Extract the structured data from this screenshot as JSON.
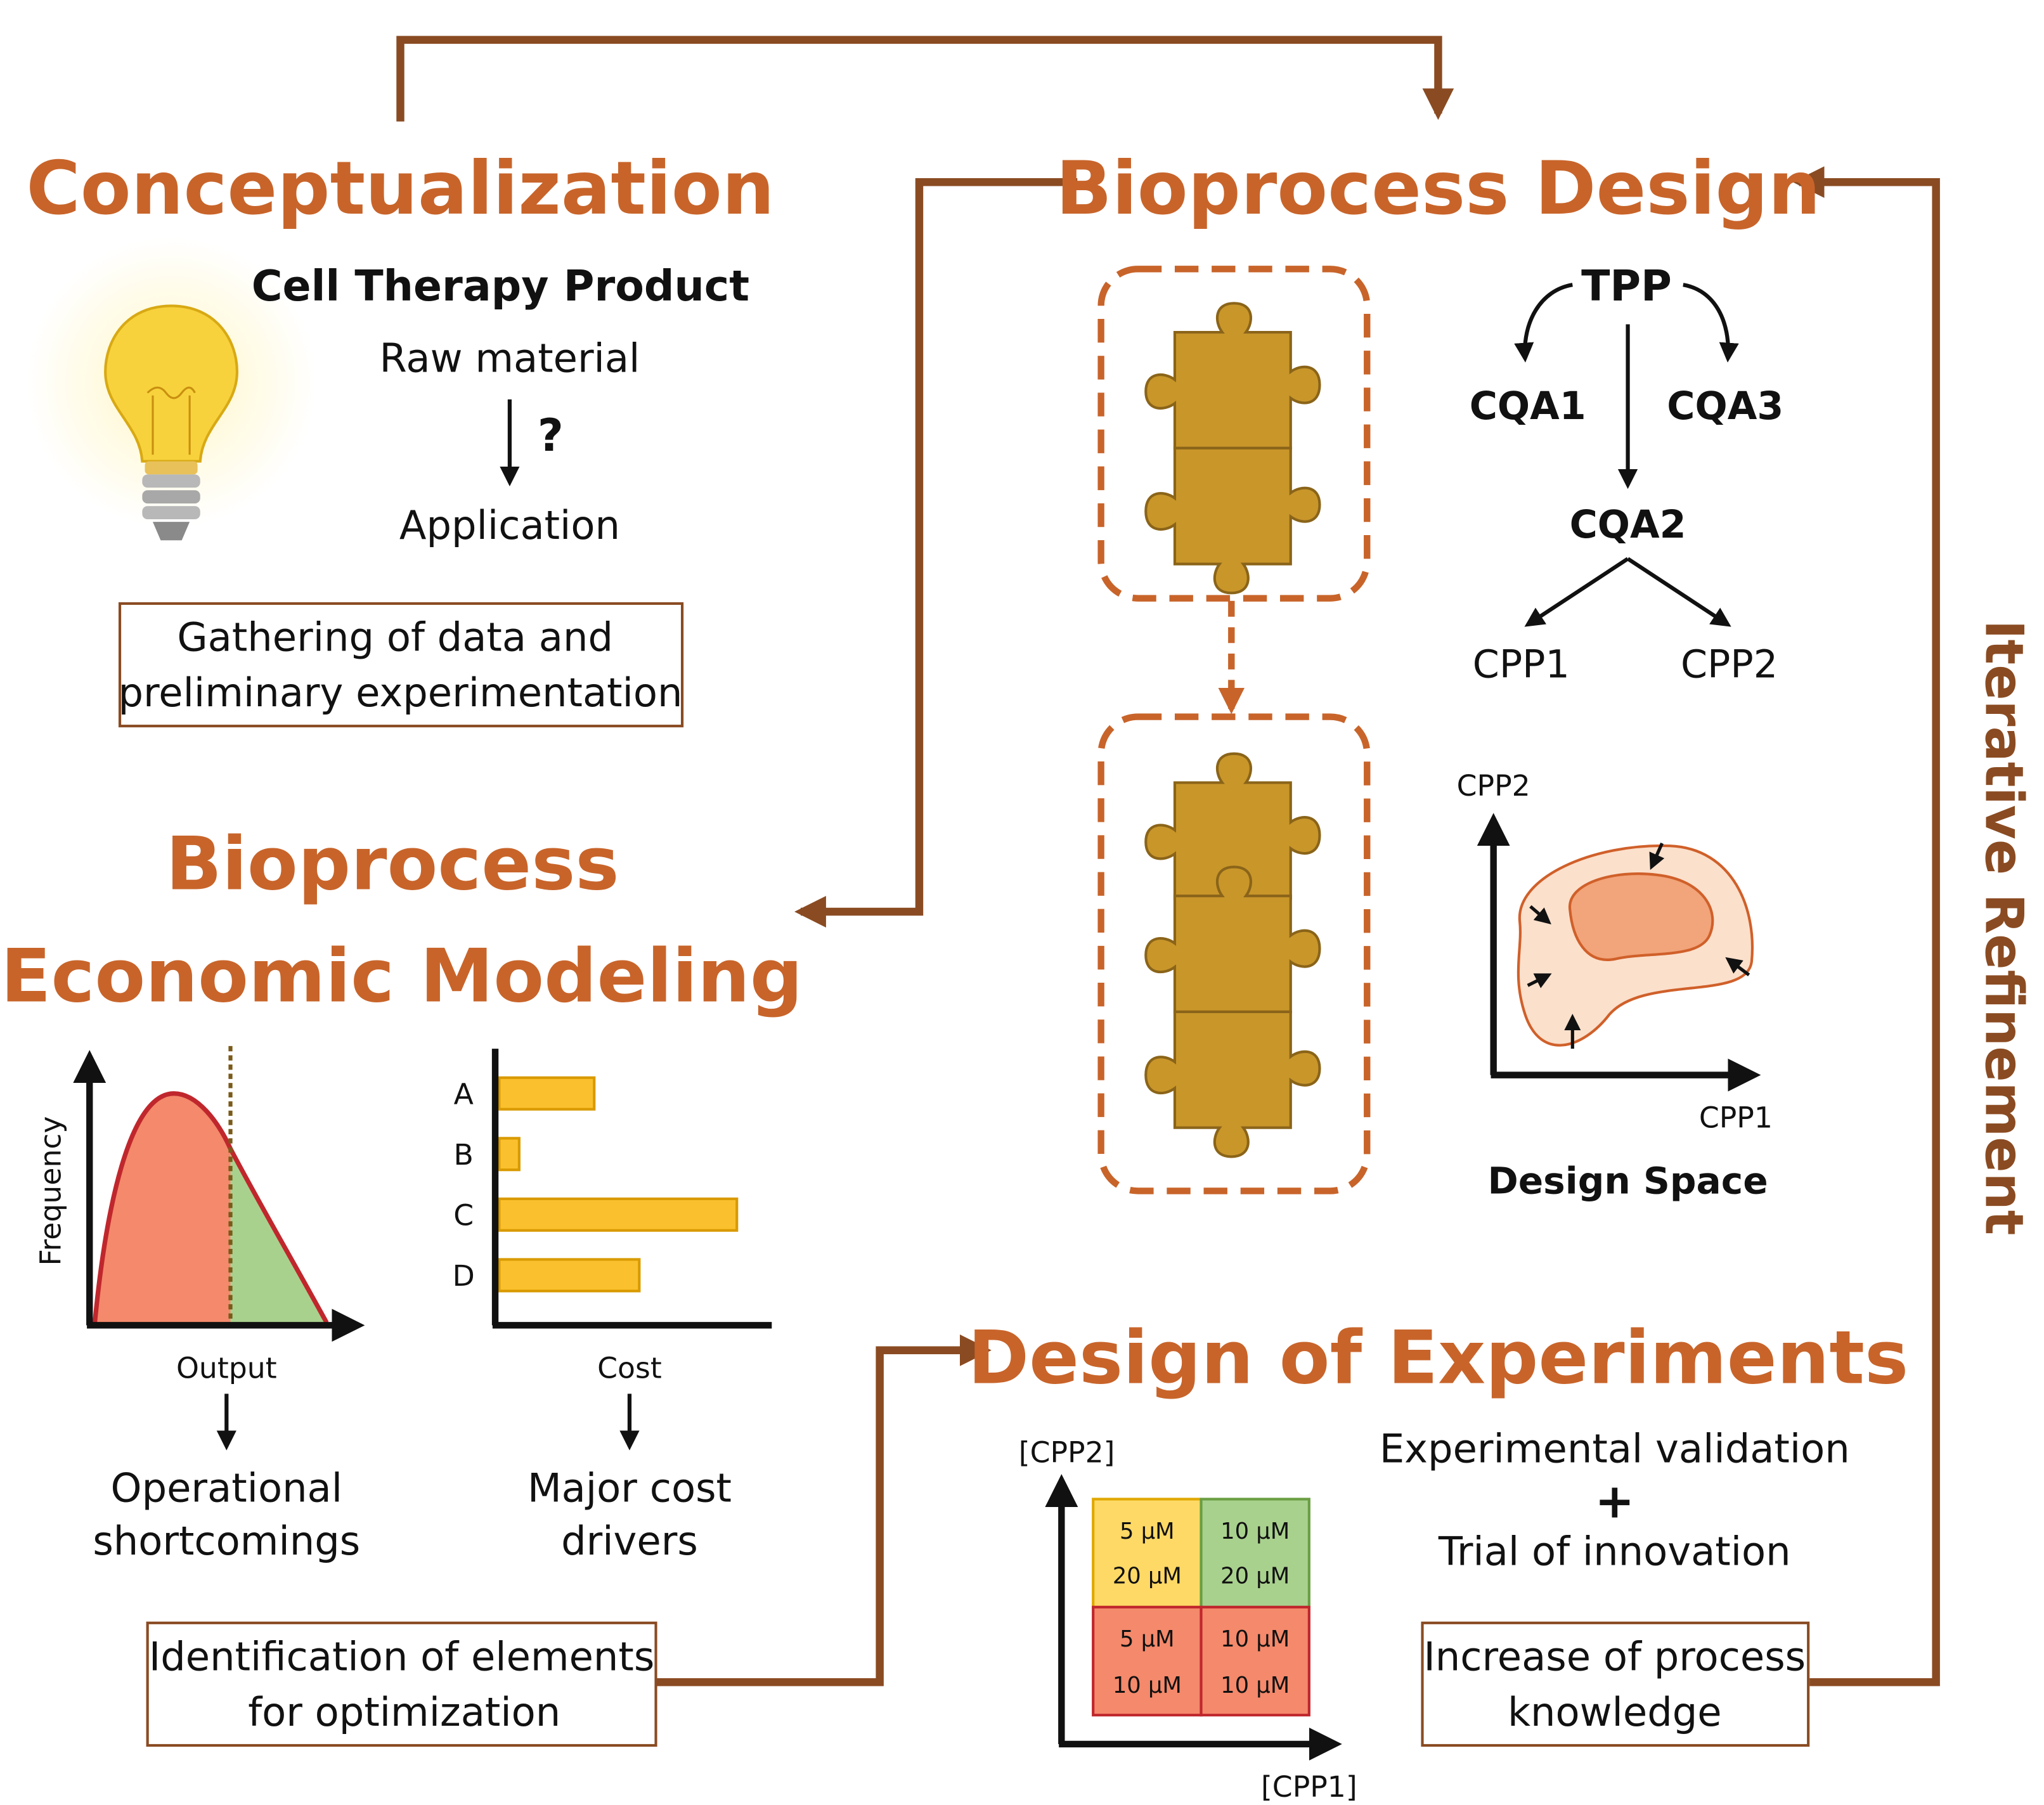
{
  "sections": {
    "conceptualization": "Conceptualization",
    "bioprocess_design": "Bioprocess Design",
    "economic_modeling_line1": "Bioprocess",
    "economic_modeling_line2": "Economic Modeling",
    "design_of_experiments": "Design of Experiments",
    "iterative_refinement": "Iterative Refinement"
  },
  "conceptualization": {
    "product": "Cell Therapy Product",
    "raw_material": "Raw material",
    "question": "?",
    "application": "Application",
    "box_line1": "Gathering of data and",
    "box_line2": "preliminary experimentation"
  },
  "design": {
    "tpp": "TPP",
    "cqa1": "CQA1",
    "cqa2": "CQA2",
    "cqa3": "CQA3",
    "cpp1": "CPP1",
    "cpp2": "CPP2",
    "ds_y_label": "CPP2",
    "ds_x_label": "CPP1",
    "design_space": "Design Space"
  },
  "economic": {
    "frequency_label": "Frequency",
    "output_label": "Output",
    "cost_label": "Cost",
    "operational_line1": "Operational",
    "operational_line2": "shortcomings",
    "cost_drivers_line1": "Major cost",
    "cost_drivers_line2": "drivers",
    "box_line1": "Identification of elements",
    "box_line2": "for optimization"
  },
  "chart_data": {
    "type": "bar",
    "orientation": "horizontal",
    "categories": [
      "A",
      "B",
      "C",
      "D"
    ],
    "values": [
      0.38,
      0.08,
      0.95,
      0.56
    ],
    "xlabel": "Cost",
    "ylabel": "",
    "xlim": [
      0,
      1.0
    ],
    "grid": false,
    "bar_color": "#fbc02d"
  },
  "doe": {
    "y_label": "[CPP2]",
    "x_label": "[CPP1]",
    "cells": [
      {
        "top": "5 µM",
        "bottom": "20 µM",
        "color": "#ffd966"
      },
      {
        "top": "10 µM",
        "bottom": "20 µM",
        "color": "#a9d18e"
      },
      {
        "top": "5 µM",
        "bottom": "10 µM",
        "color": "#f4896b"
      },
      {
        "top": "10 µM",
        "bottom": "10 µM",
        "color": "#f4896b"
      }
    ],
    "validation": "Experimental validation",
    "plus": "+",
    "innovation": "Trial of innovation",
    "box_line1": "Increase of process",
    "box_line2": "knowledge"
  },
  "colors": {
    "heading": "#c8642a",
    "flow_arrow": "#8a4b22",
    "puzzle": "#c9962a",
    "dashed_box": "#c8642a",
    "design_space_outer": "#fbe0cc",
    "design_space_inner": "#f2a47a",
    "curve_red": "#f4896b",
    "curve_green": "#a9d18e"
  }
}
